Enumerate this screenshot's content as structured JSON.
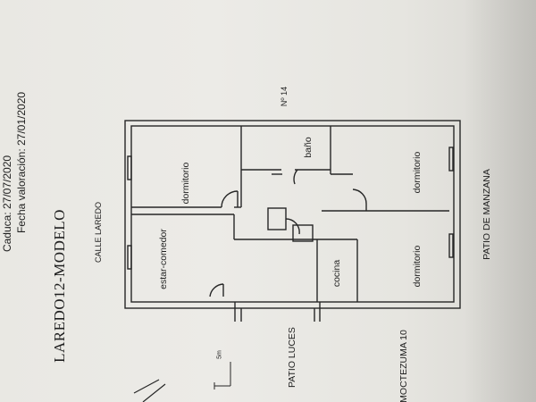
{
  "header": {
    "caduca": "Caduca: 27/07/2020",
    "fecha_valoracion": "Fecha valoración: 27/01/2020"
  },
  "document": {
    "title": "LAREDO12-MODELO",
    "number": "Nº 14",
    "street_top": "CALLE LAREDO",
    "street_left": "MOCTEZUMA 10",
    "patio_luces": "PATIO LUCES",
    "patio_manzana": "PATIO DE MANZANA",
    "scale_label": "5m"
  },
  "rooms": {
    "dormitorio_top_left": "dormitorio",
    "bano": "baño",
    "dormitorio_top_right": "dormitorio",
    "estar_comedor": "estar-comedor",
    "cocina": "cocina",
    "dormitorio_bottom": "dormitorio"
  },
  "colors": {
    "paper": "#ecebe7",
    "ink": "#1f1f1f"
  }
}
